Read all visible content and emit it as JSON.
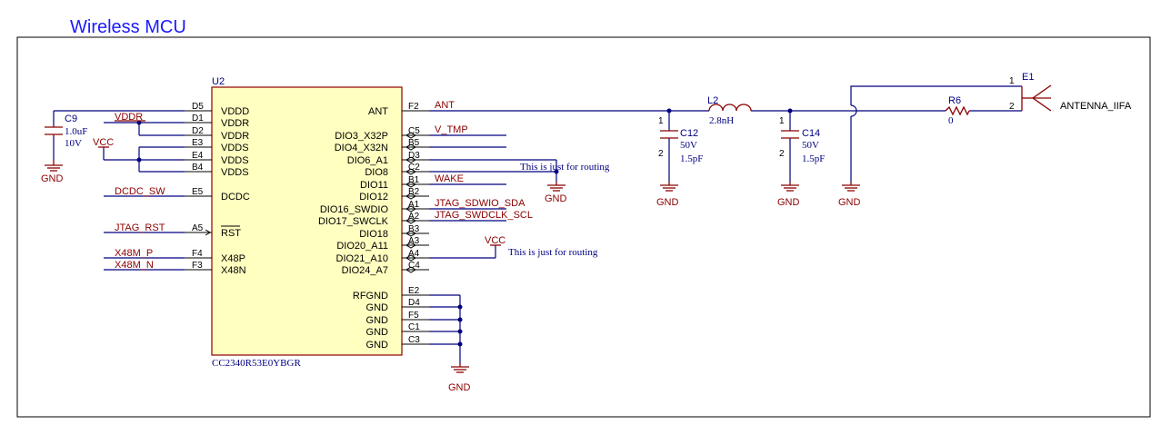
{
  "title": "Wireless MCU",
  "mcu": {
    "ref": "U2",
    "part": "CC2340R53E0YBGR",
    "left_pins": [
      {
        "num": "D5",
        "name": "VDDD"
      },
      {
        "num": "D1",
        "name": "VDDR"
      },
      {
        "num": "D2",
        "name": "VDDR"
      },
      {
        "num": "E3",
        "name": "VDDS"
      },
      {
        "num": "E4",
        "name": "VDDS"
      },
      {
        "num": "B4",
        "name": "VDDS"
      },
      {
        "num": "E5",
        "name": "DCDC"
      },
      {
        "num": "A5",
        "name": "RST"
      },
      {
        "num": "F4",
        "name": "X48P"
      },
      {
        "num": "F3",
        "name": "X48N"
      }
    ],
    "right_pins": [
      {
        "num": "F2",
        "name": "ANT"
      },
      {
        "num": "C5",
        "name": "DIO3_X32P"
      },
      {
        "num": "B5",
        "name": "DIO4_X32N"
      },
      {
        "num": "D3",
        "name": "DIO6_A1"
      },
      {
        "num": "C2",
        "name": "DIO8"
      },
      {
        "num": "B1",
        "name": "DIO11"
      },
      {
        "num": "B2",
        "name": "DIO12"
      },
      {
        "num": "A1",
        "name": "DIO16_SWDIO"
      },
      {
        "num": "A2",
        "name": "DIO17_SWCLK"
      },
      {
        "num": "B3",
        "name": "DIO18"
      },
      {
        "num": "A3",
        "name": "DIO20_A11"
      },
      {
        "num": "A4",
        "name": "DIO21_A10"
      },
      {
        "num": "C4",
        "name": "DIO24_A7"
      },
      {
        "num": "E2",
        "name": "RFGND"
      },
      {
        "num": "D4",
        "name": "GND"
      },
      {
        "num": "F5",
        "name": "GND"
      },
      {
        "num": "C1",
        "name": "GND"
      },
      {
        "num": "C3",
        "name": "GND"
      }
    ]
  },
  "nets": {
    "vddr": "VDDR",
    "vcc_left": "VCC",
    "dcdc_sw": "DCDC_SW",
    "jtag_rst": "JTAG_RST",
    "x48m_p": "X48M_P",
    "x48m_n": "X48M_N",
    "ant": "ANT",
    "v_tmp": "V_TMP",
    "wake": "WAKE",
    "jtag_sdwio": "JTAG_SDWIO_SDA",
    "jtag_swdclk": "JTAG_SWDCLK_SCL",
    "vcc_right": "VCC"
  },
  "notes": {
    "routing_1": "This is just for routing",
    "routing_2": "This is just for routing"
  },
  "components": {
    "c9": {
      "ref": "C9",
      "value": "1.0uF",
      "voltage": "10V"
    },
    "c12": {
      "ref": "C12",
      "voltage": "50V",
      "value": "1.5pF",
      "pin1": "1",
      "pin2": "2"
    },
    "c14": {
      "ref": "C14",
      "voltage": "50V",
      "value": "1.5pF",
      "pin1": "1",
      "pin2": "2"
    },
    "l2": {
      "ref": "L2",
      "value": "2.8nH"
    },
    "r6": {
      "ref": "R6",
      "value": "0"
    },
    "e1": {
      "ref": "E1",
      "name": "ANTENNA_IIFA",
      "pin1": "1",
      "pin2": "2"
    }
  },
  "gnd_label": "GND"
}
